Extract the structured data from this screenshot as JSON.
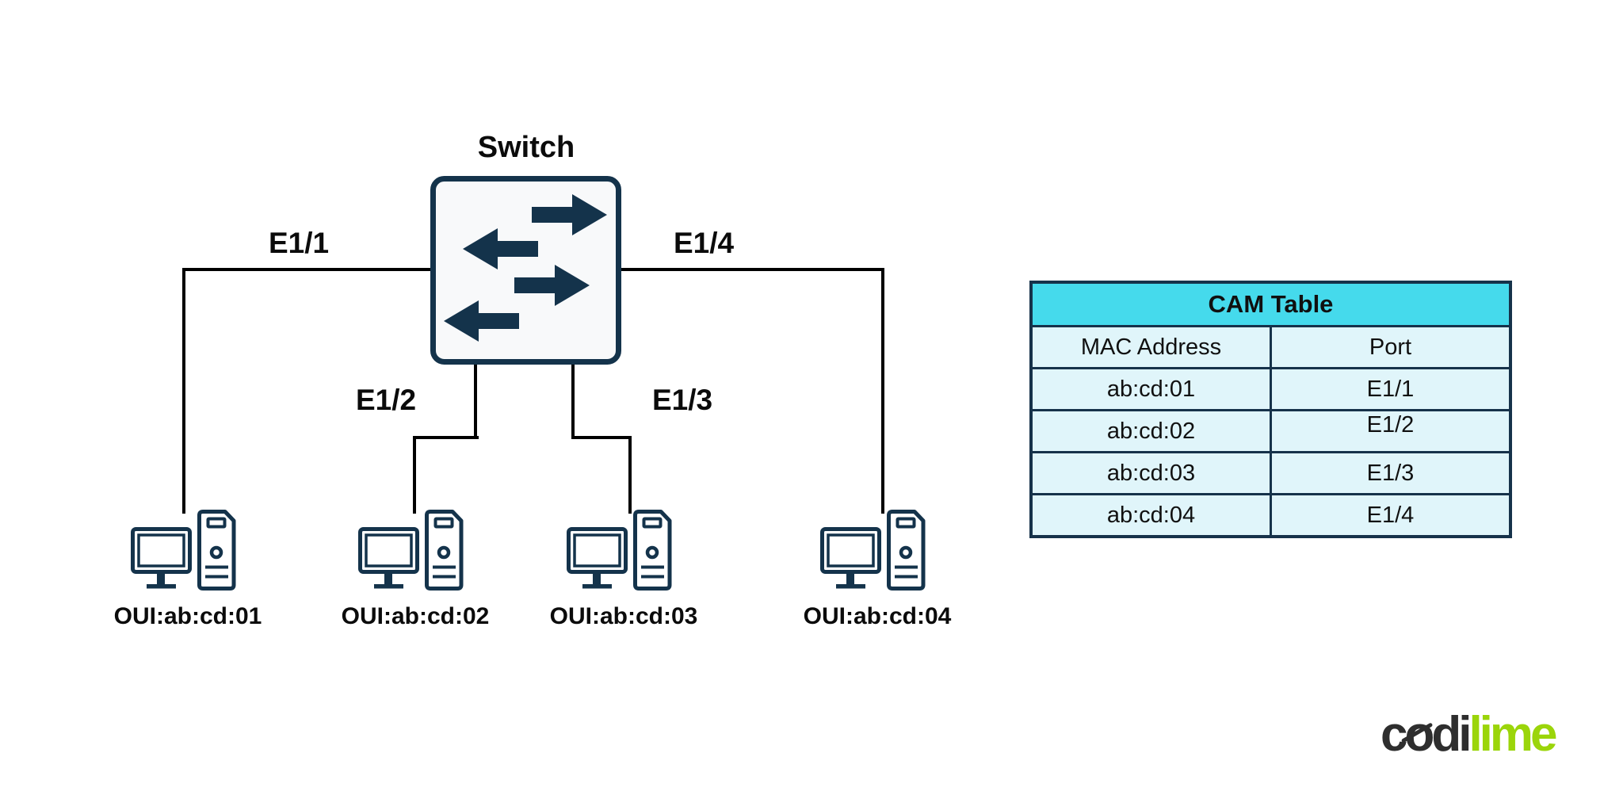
{
  "diagram": {
    "switch": {
      "label": "Switch"
    },
    "ports": [
      {
        "label": "E1/1"
      },
      {
        "label": "E1/2"
      },
      {
        "label": "E1/3"
      },
      {
        "label": "E1/4"
      }
    ],
    "hosts": [
      {
        "label": "OUI:ab:cd:01"
      },
      {
        "label": "OUI:ab:cd:02"
      },
      {
        "label": "OUI:ab:cd:03"
      },
      {
        "label": "OUI:ab:cd:04"
      }
    ]
  },
  "cam_table": {
    "title": "CAM Table",
    "columns": [
      "MAC Address",
      "Port"
    ],
    "rows": [
      {
        "mac": "ab:cd:01",
        "port": "E1/1"
      },
      {
        "mac": "ab:cd:02",
        "port": "E1/2"
      },
      {
        "mac": "ab:cd:03",
        "port": "E1/3"
      },
      {
        "mac": "ab:cd:04",
        "port": "E1/4"
      }
    ]
  },
  "logo": {
    "dark": "codi",
    "green": "lime"
  },
  "colors": {
    "navy": "#14334b",
    "link_line": "#000000",
    "switch_fill": "#f8f9fa",
    "table_header_cyan": "#45daec",
    "table_row_bg": "#e0f5fa",
    "table_border": "#16324a",
    "logo_dark": "#2e2e2e",
    "logo_lime": "#9bd50a"
  }
}
